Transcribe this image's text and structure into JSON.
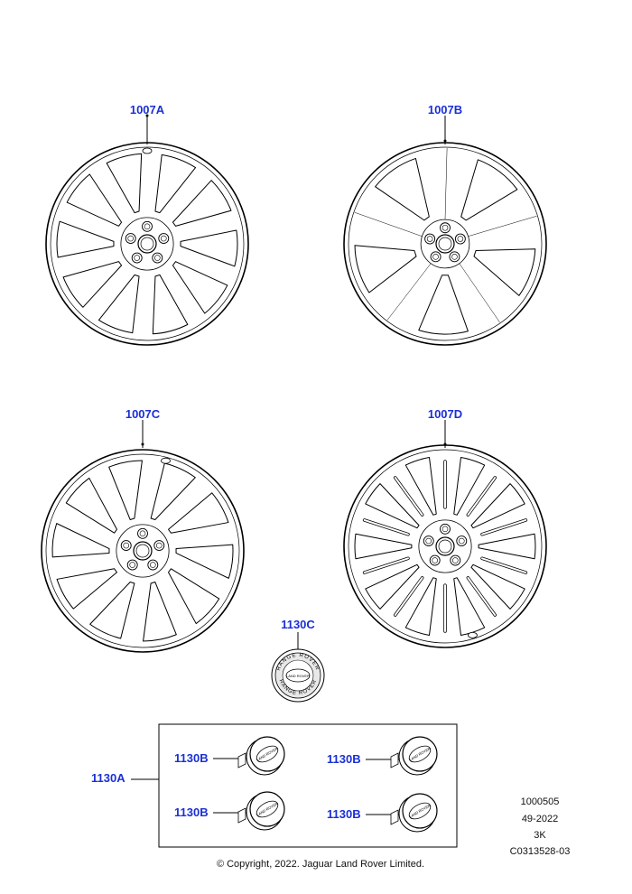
{
  "callouts": {
    "wheel_a": "1007A",
    "wheel_b": "1007B",
    "wheel_c": "1007C",
    "wheel_d": "1007D",
    "badge": "1130C",
    "cap_set": "1130A",
    "cap_1": "1130B",
    "cap_2": "1130B",
    "cap_3": "1130B",
    "cap_4": "1130B"
  },
  "badge_text": {
    "top": "RANGE ROVER",
    "bottom": "RANGE ROVER"
  },
  "logo_text": "LAND ROVER",
  "info_block": [
    "1000505",
    "49-2022",
    "3K",
    "C0313528-03"
  ],
  "copyright": "© Copyright, 2022. Jaguar Land Rover Limited.",
  "colors": {
    "callout": "#1a2fd6",
    "line": "#000000",
    "badge_fill": "#e8e8e8"
  }
}
